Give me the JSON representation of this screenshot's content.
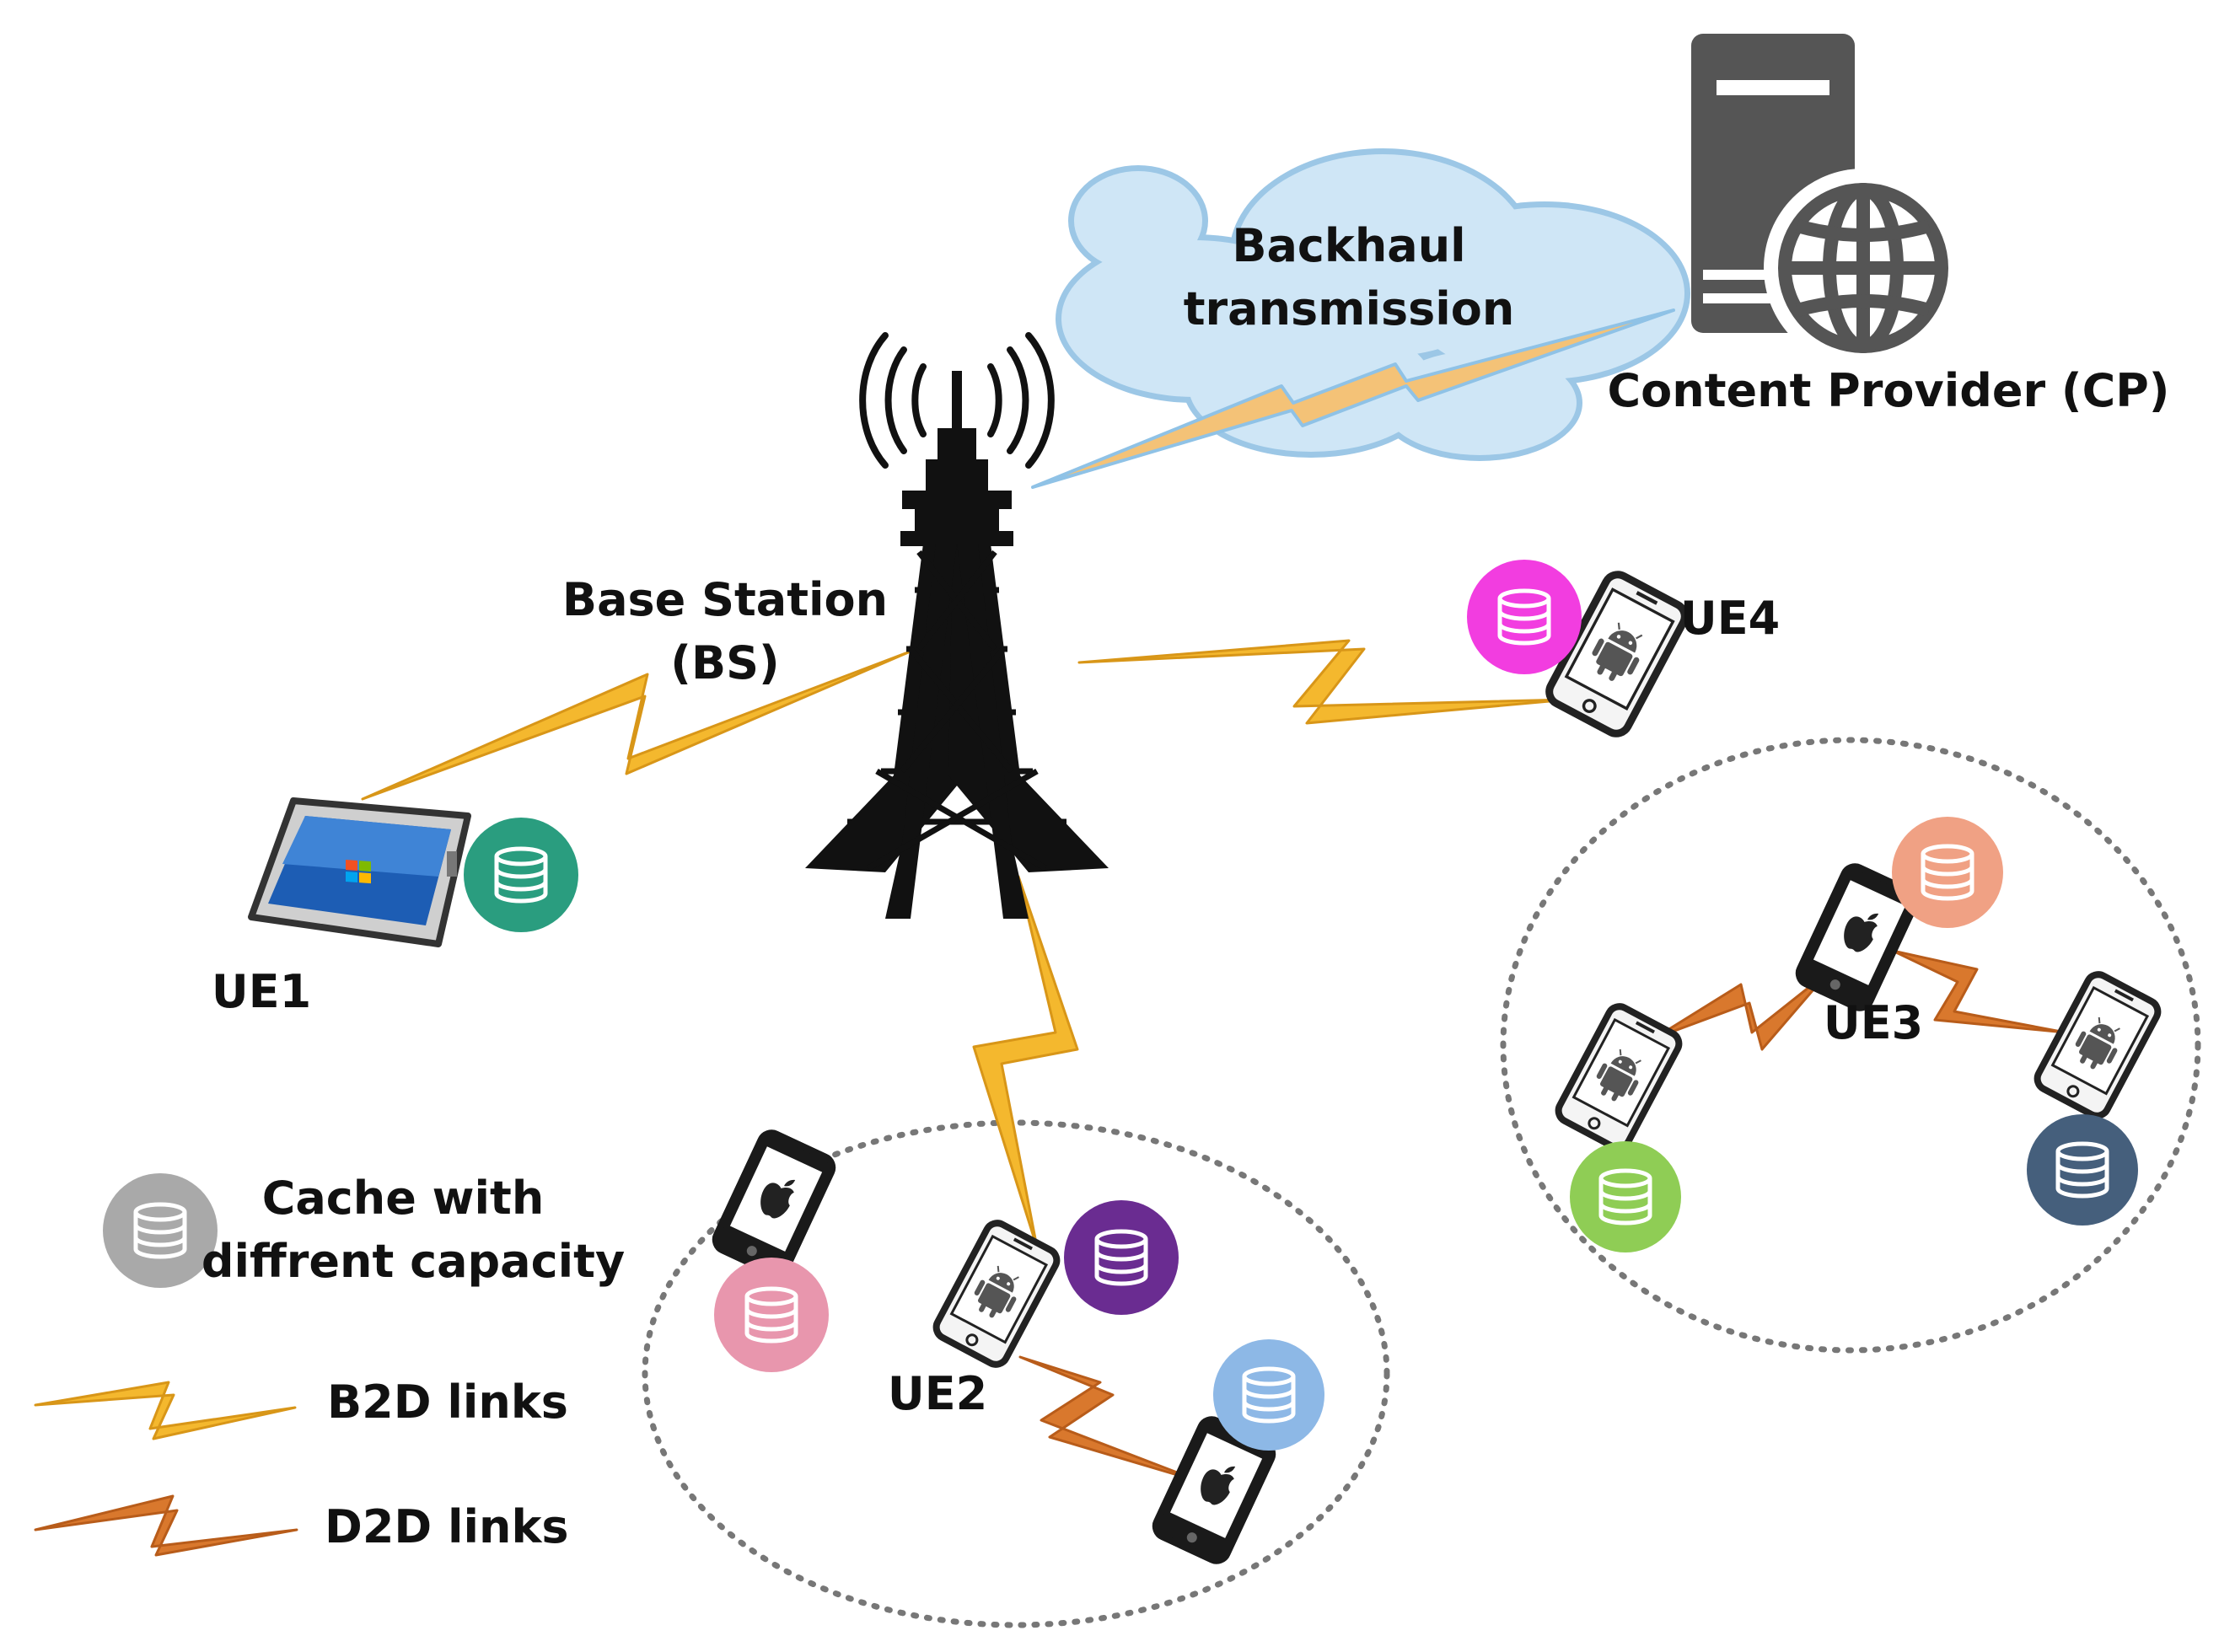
{
  "labels": {
    "backhaul": [
      "Backhaul",
      "transmission"
    ],
    "content_provider": "Content Provider (CP)",
    "base_station": [
      "Base Station",
      "(BS)"
    ],
    "ue1": "UE1",
    "ue2": "UE2",
    "ue3": "UE3",
    "ue4": "UE4"
  },
  "legend": {
    "cache": [
      "Cache with",
      "diffrent capacity"
    ],
    "b2d": "B2D links",
    "d2d": "D2D links"
  },
  "colors": {
    "b2d_link": "#f4b82e",
    "d2d_link": "#d9782d",
    "server": "#555555",
    "cloud": "#cfe6f6",
    "cloud_edge": "#9cc7e6",
    "tower": "#111111",
    "cache_legend": "#a9a9a9",
    "cache_ue1": "#2a9d7f",
    "cache_ue4": "#f23de0",
    "cache_ue2_purple": "#6a2c91",
    "cache_ue2_pink": "#e896ad",
    "cache_ue2_blue": "#8db8e6",
    "cache_ue3_orange": "#f0a184",
    "cache_ue3_green": "#8fcd55",
    "cache_ue3_navy": "#455f7c"
  },
  "icons": {
    "server": "server-globe-icon",
    "tower": "antenna-tower-icon",
    "tablet": "tablet-icon",
    "android_phone": "android-phone-icon",
    "apple_phone": "apple-phone-icon",
    "cache": "database-cache-icon"
  }
}
